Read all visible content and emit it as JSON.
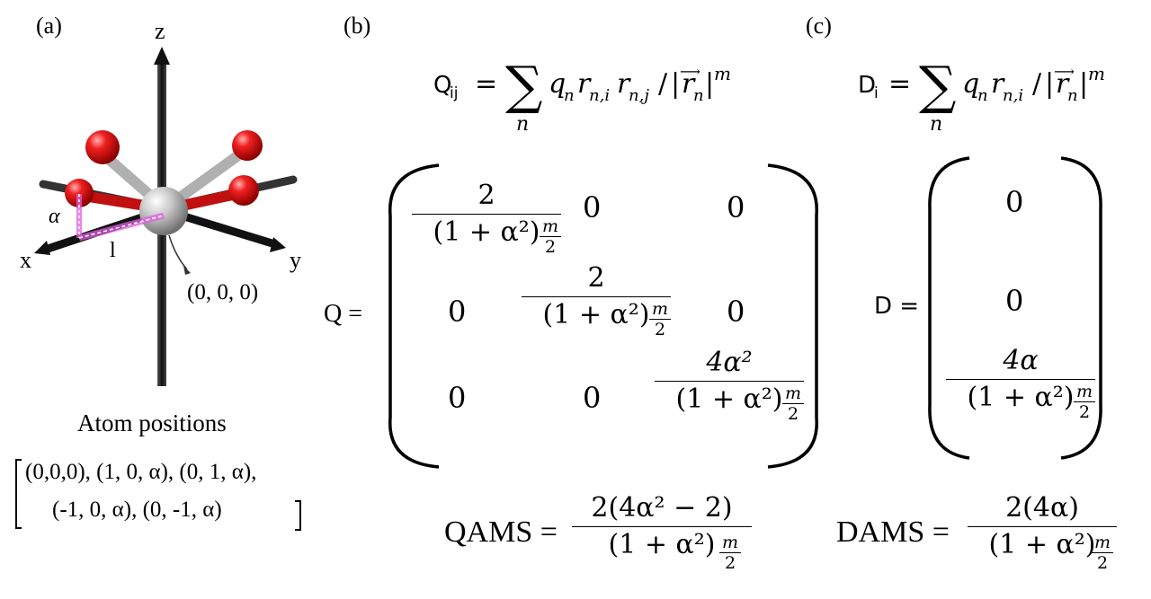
{
  "panels": {
    "a": {
      "label": "(a)",
      "axes": {
        "z": "z",
        "x": "x",
        "y": "y"
      },
      "annotations": {
        "alpha": "α",
        "length": "l",
        "origin": "(0, 0, 0)"
      },
      "caption": "Atom positions",
      "positions_line1": "(0,0,0), (1, 0, α), (0, 1, α),",
      "positions_line2": "(-1, 0, α), (0, -1, α)"
    },
    "b": {
      "label": "(b)",
      "definition": {
        "lhs": "Q",
        "lhs_sub": "ij",
        "eq": "=",
        "sum_index": "n",
        "summand": "q",
        "summand_sub": "n",
        "r1": "r",
        "r1_sub": "n,i",
        "r2": "r",
        "r2_sub": "n,j",
        "slash": "/",
        "abs_open": "|",
        "vec": "r",
        "vec_sub": "n",
        "abs_close": "|",
        "power": "m"
      },
      "matrix_lhs": "Q =",
      "matrix": {
        "r1c1_num": "2",
        "r1c1_den": "(1 + α²)",
        "r1c2": "0",
        "r1c3": "0",
        "r2c1": "0",
        "r2c2_num": "2",
        "r2c2_den": "(1 + α²)",
        "r2c3": "0",
        "r3c1": "0",
        "r3c2": "0",
        "r3c3_num": "4α²",
        "r3c3_den": "(1 + α²)",
        "exp_num": "m",
        "exp_den": "2"
      },
      "ams": {
        "lhs": "QAMS =",
        "num": "2(4α² − 2)",
        "den": "(1 + α²)",
        "exp_num": "m",
        "exp_den": "2"
      }
    },
    "c": {
      "label": "(c)",
      "definition": {
        "lhs": "D",
        "lhs_sub": "i",
        "eq": "=",
        "sum_index": "n",
        "summand": "q",
        "summand_sub": "n",
        "r1": "r",
        "r1_sub": "n,i",
        "slash": "/",
        "abs_open": "|",
        "vec": "r",
        "vec_sub": "n",
        "abs_close": "|",
        "power": "m"
      },
      "vector_lhs": "D =",
      "vector": {
        "r1": "0",
        "r2": "0",
        "r3_num": "4α",
        "r3_den": "(1 + α²)",
        "exp_num": "m",
        "exp_den": "2"
      },
      "ams": {
        "lhs": "DAMS =",
        "num": "2(4α)",
        "den": "(1 + α²)",
        "exp_num": "m",
        "exp_den": "2"
      }
    }
  },
  "colors": {
    "oxygen": "#e01010",
    "metal": "#c8c8c8",
    "axis": "#222222",
    "highlight": "#e060e0"
  }
}
